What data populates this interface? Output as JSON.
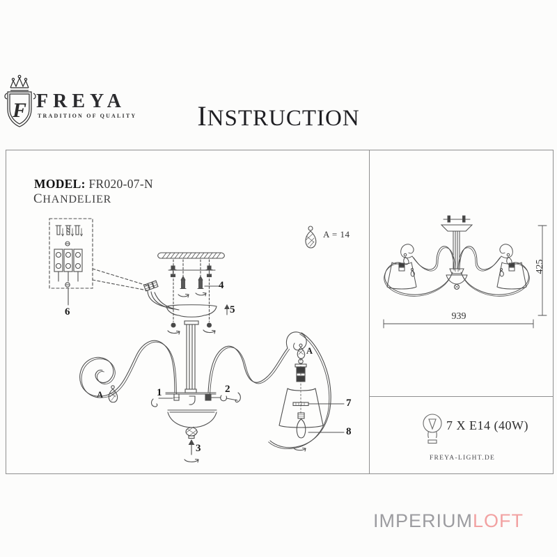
{
  "brand": {
    "name": "FREYA",
    "tagline": "TRADITION OF QUALITY",
    "monogram": "F"
  },
  "title": "INSTRUCTION",
  "model": {
    "label": "MODEL:",
    "value": "FR020-07-N",
    "type": "CHANDELIER"
  },
  "diagram": {
    "legend": "A = 14",
    "labels": {
      "n1": "1",
      "n2": "2",
      "n3": "3",
      "n4": "4",
      "n5": "5",
      "n6": "6",
      "n7": "7",
      "n8": "8",
      "a_left": "A",
      "a_right": "A"
    }
  },
  "dimensions": {
    "width": "939",
    "height": "425"
  },
  "spec": {
    "bulbs": "7 X E14 (40W)",
    "website": "FREYA-LIGHT.DE"
  },
  "watermark": {
    "part1": "IMPERIUM",
    "part2": "LOFT",
    "color1": "#9c9ca0",
    "color2": "#f2a2a2"
  },
  "colors": {
    "line": "#4f4f4f",
    "border": "#8f8f8f"
  }
}
